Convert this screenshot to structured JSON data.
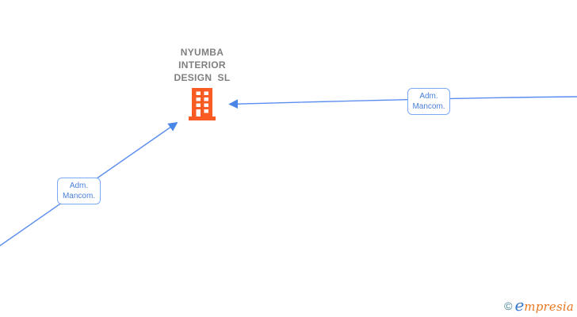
{
  "company": {
    "name": "NYUMBA INTERIOR DESIGN SL",
    "name_lines": [
      "NYUMBA",
      "INTERIOR",
      "DESIGN  SL"
    ]
  },
  "edges": [
    {
      "id": "adm-mancom-left",
      "label": "Adm. Mancom.",
      "label_lines": [
        "Adm.",
        "Mancom."
      ],
      "direction": "from lower-left offscreen toward company node"
    },
    {
      "id": "adm-mancom-right",
      "label": "Adm. Mancom.",
      "label_lines": [
        "Adm.",
        "Mancom."
      ],
      "direction": "from right offscreen toward company node"
    }
  ],
  "watermark": {
    "copyright": "©",
    "brand_initial": "e",
    "brand_rest": "mpresia",
    "brand_full": "empresia"
  },
  "colors": {
    "edge_line_blue": "#5b8def",
    "arrowhead_blue": "#4a86e8",
    "label_border_blue": "#7baaf7",
    "label_text_blue": "#4a7fd9",
    "building_orange": "#fa5b22",
    "company_text_gray": "#7f7f7f",
    "watermark_teal": "#3d7d8c",
    "watermark_blue": "#3579c8",
    "watermark_orange": "#e87722"
  }
}
